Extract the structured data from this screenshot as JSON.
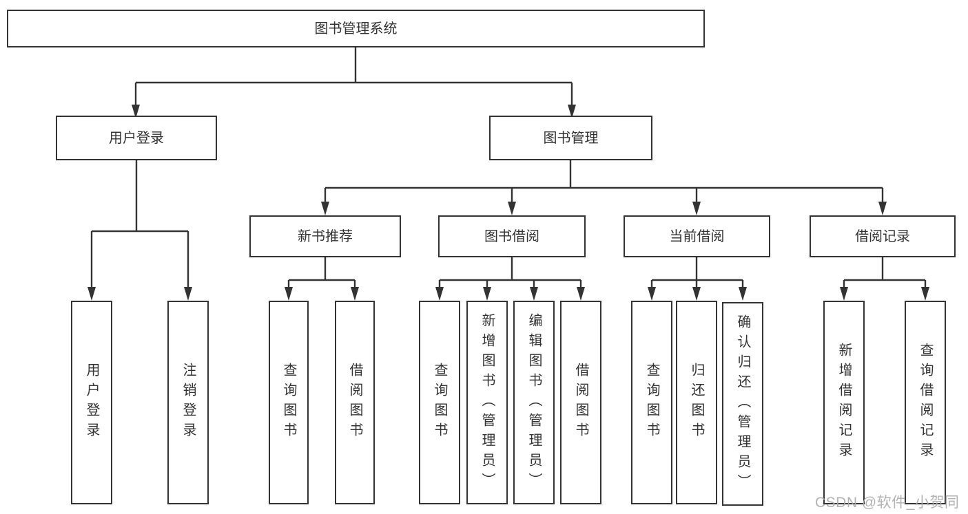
{
  "nodes": {
    "root": {
      "label": "图书管理系统"
    },
    "level2": [
      {
        "label": "用户登录"
      },
      {
        "label": "图书管理"
      }
    ],
    "level3": [
      {
        "label": "新书推荐"
      },
      {
        "label": "图书借阅"
      },
      {
        "label": "当前借阅"
      },
      {
        "label": "借阅记录"
      }
    ],
    "leaves": {
      "user_login": [
        "用户登录",
        "注销登录"
      ],
      "new_book_recommend": [
        "查询图书",
        "借阅图书"
      ],
      "book_borrow": [
        "查询图书",
        "新增图书（管理员）",
        "编辑图书（管理员）",
        "借阅图书"
      ],
      "current_borrow": [
        "查询图书",
        "归还图书",
        "确认归还（管理员）"
      ],
      "borrow_records": [
        "新增借阅记录",
        "查询借阅记录"
      ]
    }
  },
  "watermark": "CSDN @软件_小贺同学",
  "colors": {
    "line": "#333333",
    "box_border": "#333333",
    "text": "#333333",
    "background": "#ffffff",
    "watermark": "#aaaaaa"
  }
}
